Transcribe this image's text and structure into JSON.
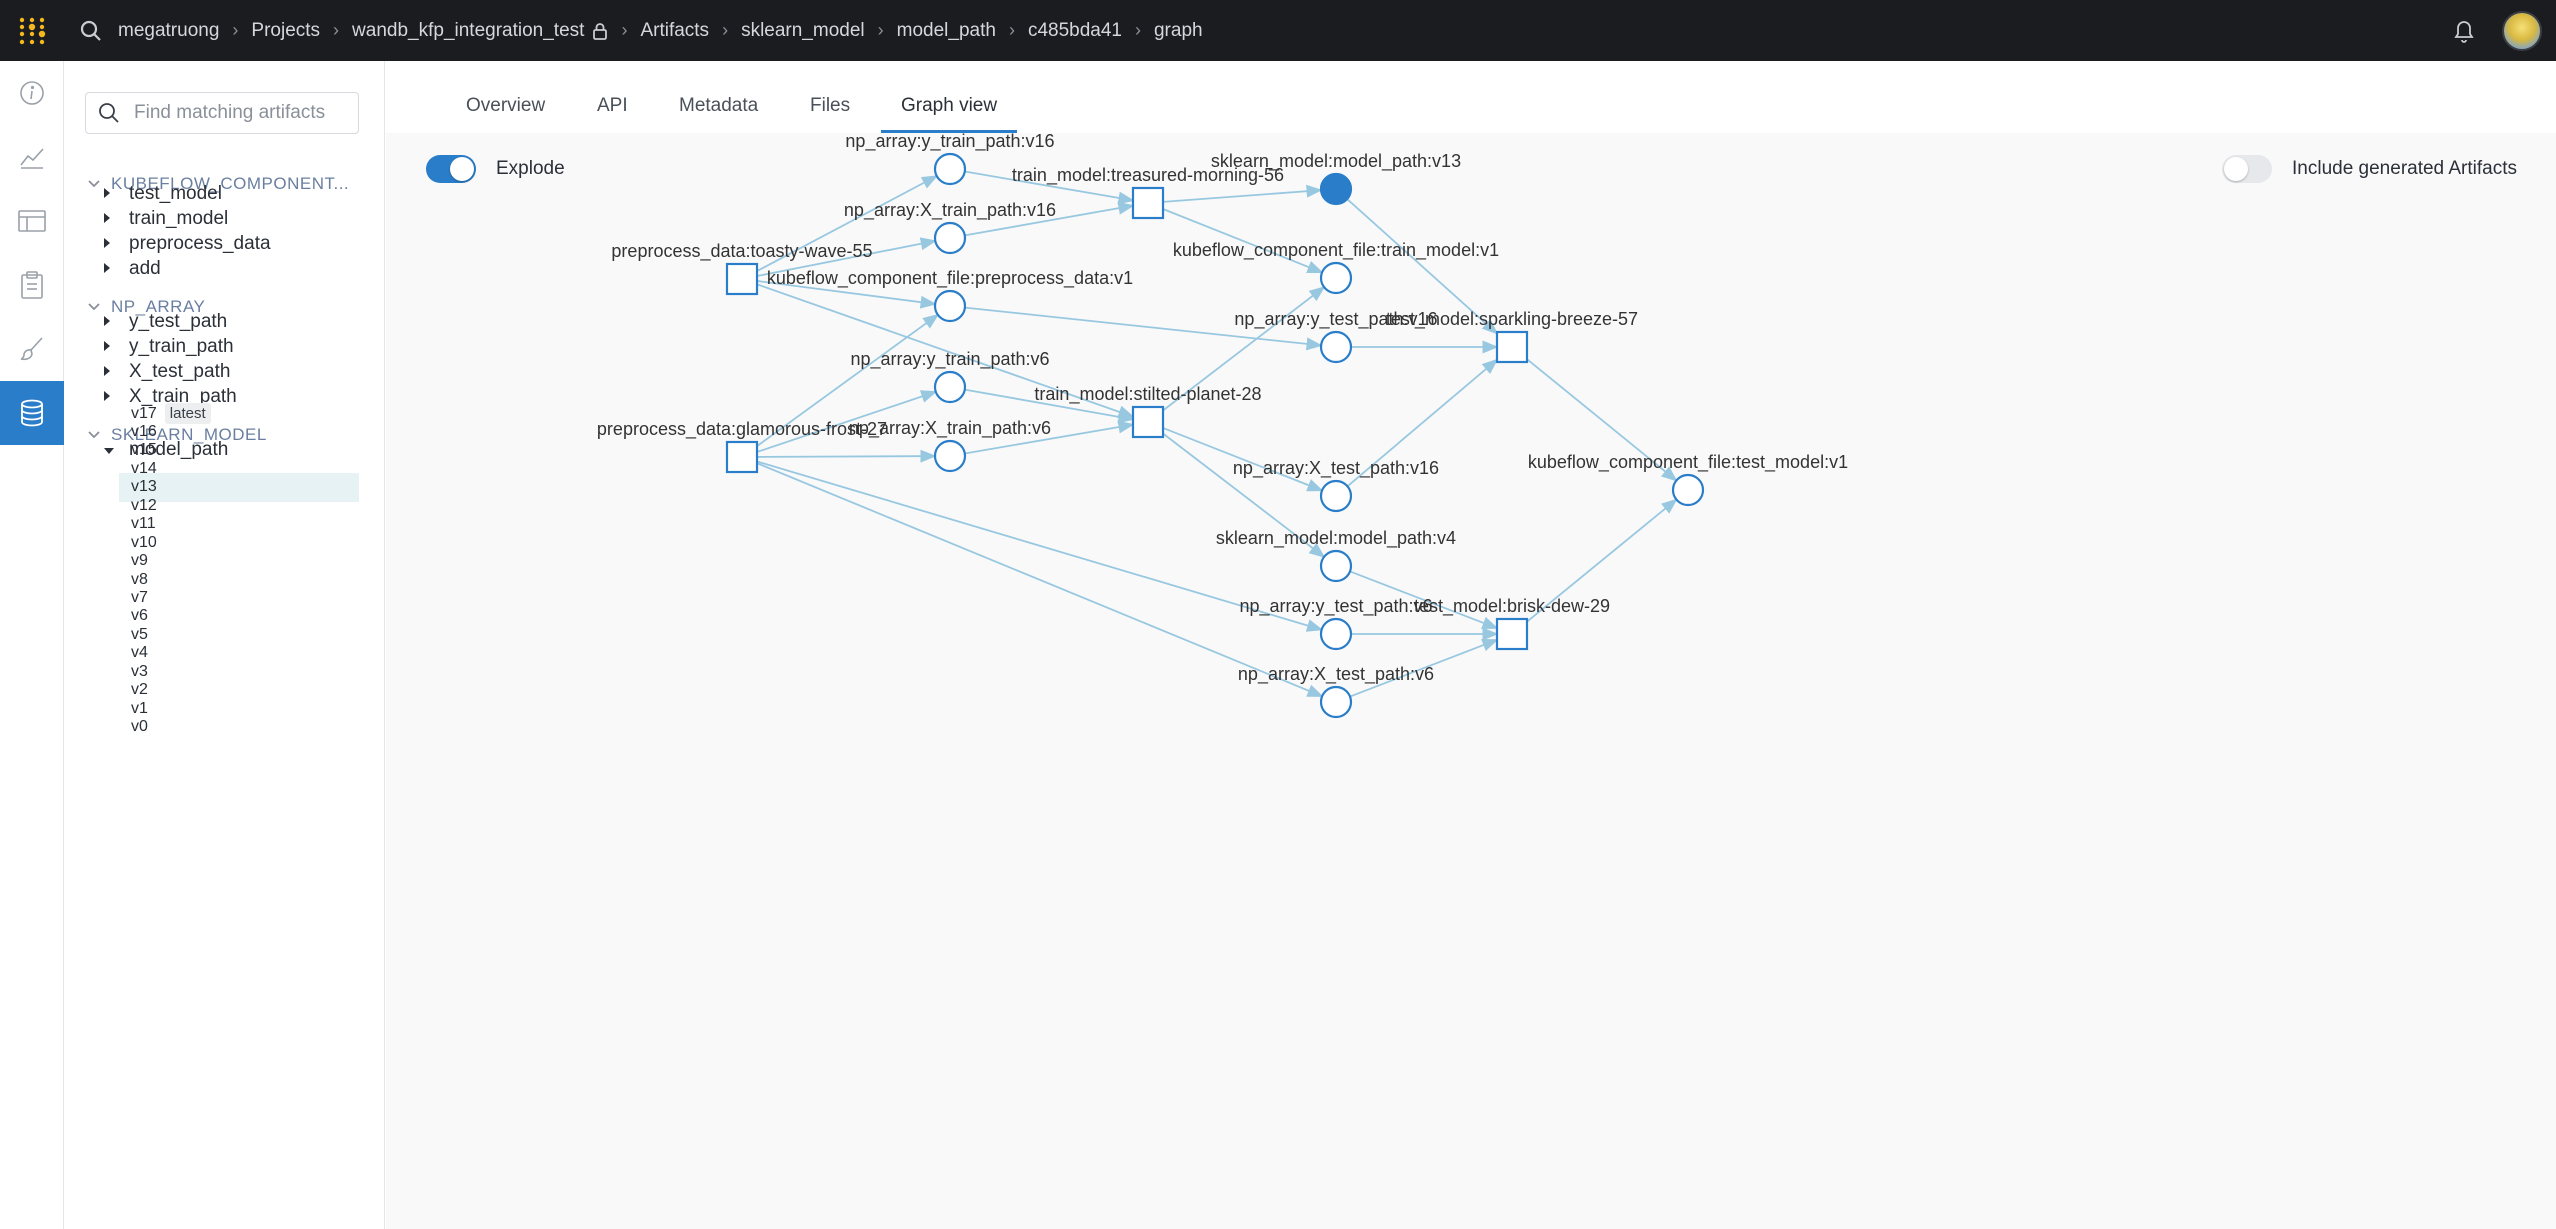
{
  "breadcrumbs": [
    "megatruong",
    "Projects",
    "wandb_kfp_integration_test",
    "Artifacts",
    "sklearn_model",
    "model_path",
    "c485bda41",
    "graph"
  ],
  "icons": {
    "logo": "wandb-logo-icon",
    "search": "search-icon",
    "lock": "lock-icon",
    "bell": "bell-icon",
    "rail": [
      "info-icon",
      "line-chart-icon",
      "table-icon",
      "clipboard-icon",
      "brush-icon",
      "database-icon"
    ]
  },
  "colors": {
    "accent": "#2a7dc8",
    "edge": "#98c8e0",
    "topbar": "#1a1c1f"
  },
  "sidebar": {
    "filter_placeholder": "Find matching artifacts",
    "groups": [
      {
        "title": "KUBEFLOW_COMPONENT...",
        "items": [
          "test_model",
          "train_model",
          "preprocess_data",
          "add"
        ]
      },
      {
        "title": "NP_ARRAY",
        "items": [
          "y_test_path",
          "y_train_path",
          "X_test_path",
          "X_train_path"
        ]
      },
      {
        "title": "SKLEARN_MODEL",
        "items": [
          "model_path"
        ]
      }
    ],
    "versions": [
      "v17",
      "v16",
      "v15",
      "v14",
      "v13",
      "v12",
      "v11",
      "v10",
      "v9",
      "v8",
      "v7",
      "v6",
      "v5",
      "v4",
      "v3",
      "v2",
      "v1",
      "v0"
    ],
    "latest_tag": "latest",
    "selected_version": "v13"
  },
  "tabs": [
    "Overview",
    "API",
    "Metadata",
    "Files",
    "Graph view"
  ],
  "active_tab": "Graph view",
  "controls": {
    "explode_label": "Explode",
    "explode_on": true,
    "include_label": "Include generated Artifacts",
    "include_on": false
  },
  "graph": {
    "nodes": [
      {
        "id": "pre1",
        "kind": "run",
        "label": "preprocess_data:toasty-wave-55"
      },
      {
        "id": "pre2",
        "kind": "run",
        "label": "preprocess_data:glamorous-frost-27"
      },
      {
        "id": "ytr16",
        "kind": "artifact",
        "label": "np_array:y_train_path:v16"
      },
      {
        "id": "xtr16",
        "kind": "artifact",
        "label": "np_array:X_train_path:v16"
      },
      {
        "id": "kcfpre",
        "kind": "artifact",
        "label": "kubeflow_component_file:preprocess_data:v1"
      },
      {
        "id": "ytr6",
        "kind": "artifact",
        "label": "np_array:y_train_path:v6"
      },
      {
        "id": "xtr6",
        "kind": "artifact",
        "label": "np_array:X_train_path:v6"
      },
      {
        "id": "train1",
        "kind": "run",
        "label": "train_model:treasured-morning-56"
      },
      {
        "id": "train2",
        "kind": "run",
        "label": "train_model:stilted-planet-28"
      },
      {
        "id": "sk13",
        "kind": "artifact",
        "label": "sklearn_model:model_path:v13",
        "current": true
      },
      {
        "id": "kcftrain",
        "kind": "artifact",
        "label": "kubeflow_component_file:train_model:v1"
      },
      {
        "id": "yte16",
        "kind": "artifact",
        "label": "np_array:y_test_path:v16"
      },
      {
        "id": "xte16",
        "kind": "artifact",
        "label": "np_array:X_test_path:v16"
      },
      {
        "id": "sk4",
        "kind": "artifact",
        "label": "sklearn_model:model_path:v4"
      },
      {
        "id": "yte6",
        "kind": "artifact",
        "label": "np_array:y_test_path:v6"
      },
      {
        "id": "xte6",
        "kind": "artifact",
        "label": "np_array:X_test_path:v6"
      },
      {
        "id": "test1",
        "kind": "run",
        "label": "test_model:sparkling-breeze-57"
      },
      {
        "id": "test2",
        "kind": "run",
        "label": "test_model:brisk-dew-29"
      },
      {
        "id": "kcftest",
        "kind": "artifact",
        "label": "kubeflow_component_file:test_model:v1"
      }
    ],
    "edges": [
      [
        "pre1",
        "ytr16"
      ],
      [
        "pre1",
        "xtr16"
      ],
      [
        "pre1",
        "kcfpre"
      ],
      [
        "pre1",
        "train2"
      ],
      [
        "pre2",
        "kcfpre"
      ],
      [
        "pre2",
        "ytr6"
      ],
      [
        "pre2",
        "xtr6"
      ],
      [
        "pre2",
        "yte6"
      ],
      [
        "pre2",
        "xte6"
      ],
      [
        "ytr16",
        "train1"
      ],
      [
        "xtr16",
        "train1"
      ],
      [
        "kcfpre",
        "yte16"
      ],
      [
        "ytr6",
        "train2"
      ],
      [
        "xtr6",
        "train2"
      ],
      [
        "train1",
        "sk13"
      ],
      [
        "train1",
        "kcftrain"
      ],
      [
        "train2",
        "kcftrain"
      ],
      [
        "train2",
        "xte16"
      ],
      [
        "train2",
        "sk4"
      ],
      [
        "sk13",
        "test1"
      ],
      [
        "yte16",
        "test1"
      ],
      [
        "xte16",
        "test1"
      ],
      [
        "sk4",
        "test2"
      ],
      [
        "yte6",
        "test2"
      ],
      [
        "xte6",
        "test2"
      ],
      [
        "test1",
        "kcftest"
      ],
      [
        "test2",
        "kcftest"
      ]
    ]
  }
}
